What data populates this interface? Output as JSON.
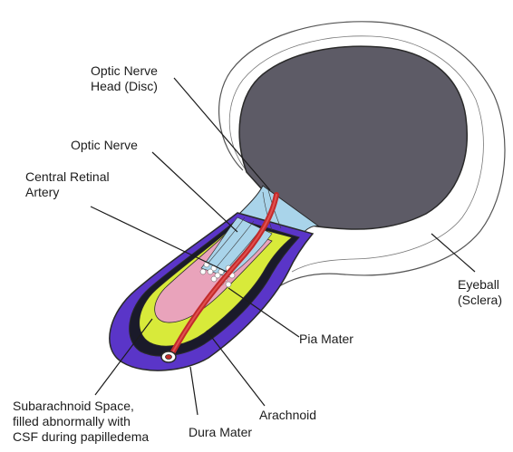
{
  "labels": {
    "optic_nerve_head": {
      "line1": "Optic Nerve",
      "line2": "Head (Disc)"
    },
    "optic_nerve": "Optic Nerve",
    "central_retinal_artery": {
      "line1": "Central Retinal",
      "line2": "Artery"
    },
    "eyeball": {
      "line1": "Eyeball",
      "line2": "(Sclera)"
    },
    "pia_mater": "Pia Mater",
    "arachnoid": "Arachnoid",
    "dura_mater": "Dura Mater",
    "subarachnoid_space": {
      "line1": "Subarachnoid Space,",
      "line2": "filled abnormally with",
      "line3": "CSF during papilledema"
    }
  },
  "colors": {
    "vitreous": "#5d5b66",
    "dura": "#5a35c8",
    "arachnoid": "#d8ea3a",
    "pia": "#e9a3bb",
    "nerve_fibers": "#a9d4ea",
    "artery": "#c22a2a",
    "outline": "#2a2a2a"
  }
}
